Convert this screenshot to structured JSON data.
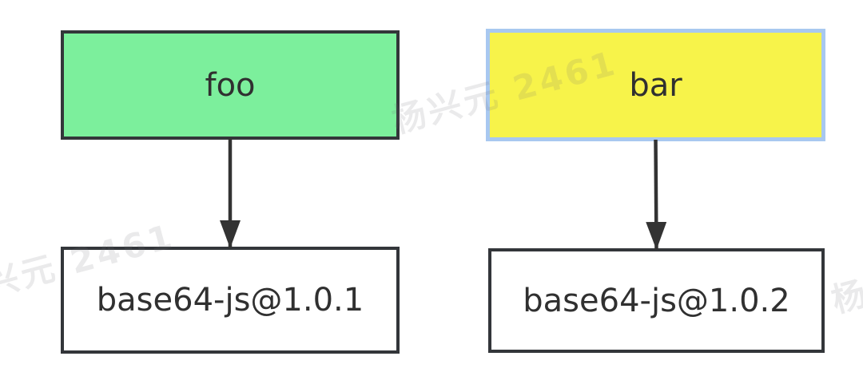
{
  "diagram": {
    "type": "dependency-graph",
    "text_color": "#303030",
    "edge_color": "#333333",
    "nodes": [
      {
        "id": "foo",
        "label": "foo",
        "fill": "#7CEF9C",
        "border": "#33363A"
      },
      {
        "id": "bar",
        "label": "bar",
        "fill": "#F7F34A",
        "border": "#A8C8F0"
      },
      {
        "id": "dep1",
        "label": "base64-js@1.0.1",
        "fill": "#FFFFFF",
        "border": "#33363A"
      },
      {
        "id": "dep2",
        "label": "base64-js@1.0.2",
        "fill": "#FFFFFF",
        "border": "#33363A"
      }
    ],
    "edges": [
      {
        "from": "foo",
        "to": "dep1"
      },
      {
        "from": "bar",
        "to": "dep2"
      }
    ]
  },
  "watermark": {
    "text": "杨兴元 2461",
    "color": "#6E6E78",
    "opacity": 0.14
  }
}
